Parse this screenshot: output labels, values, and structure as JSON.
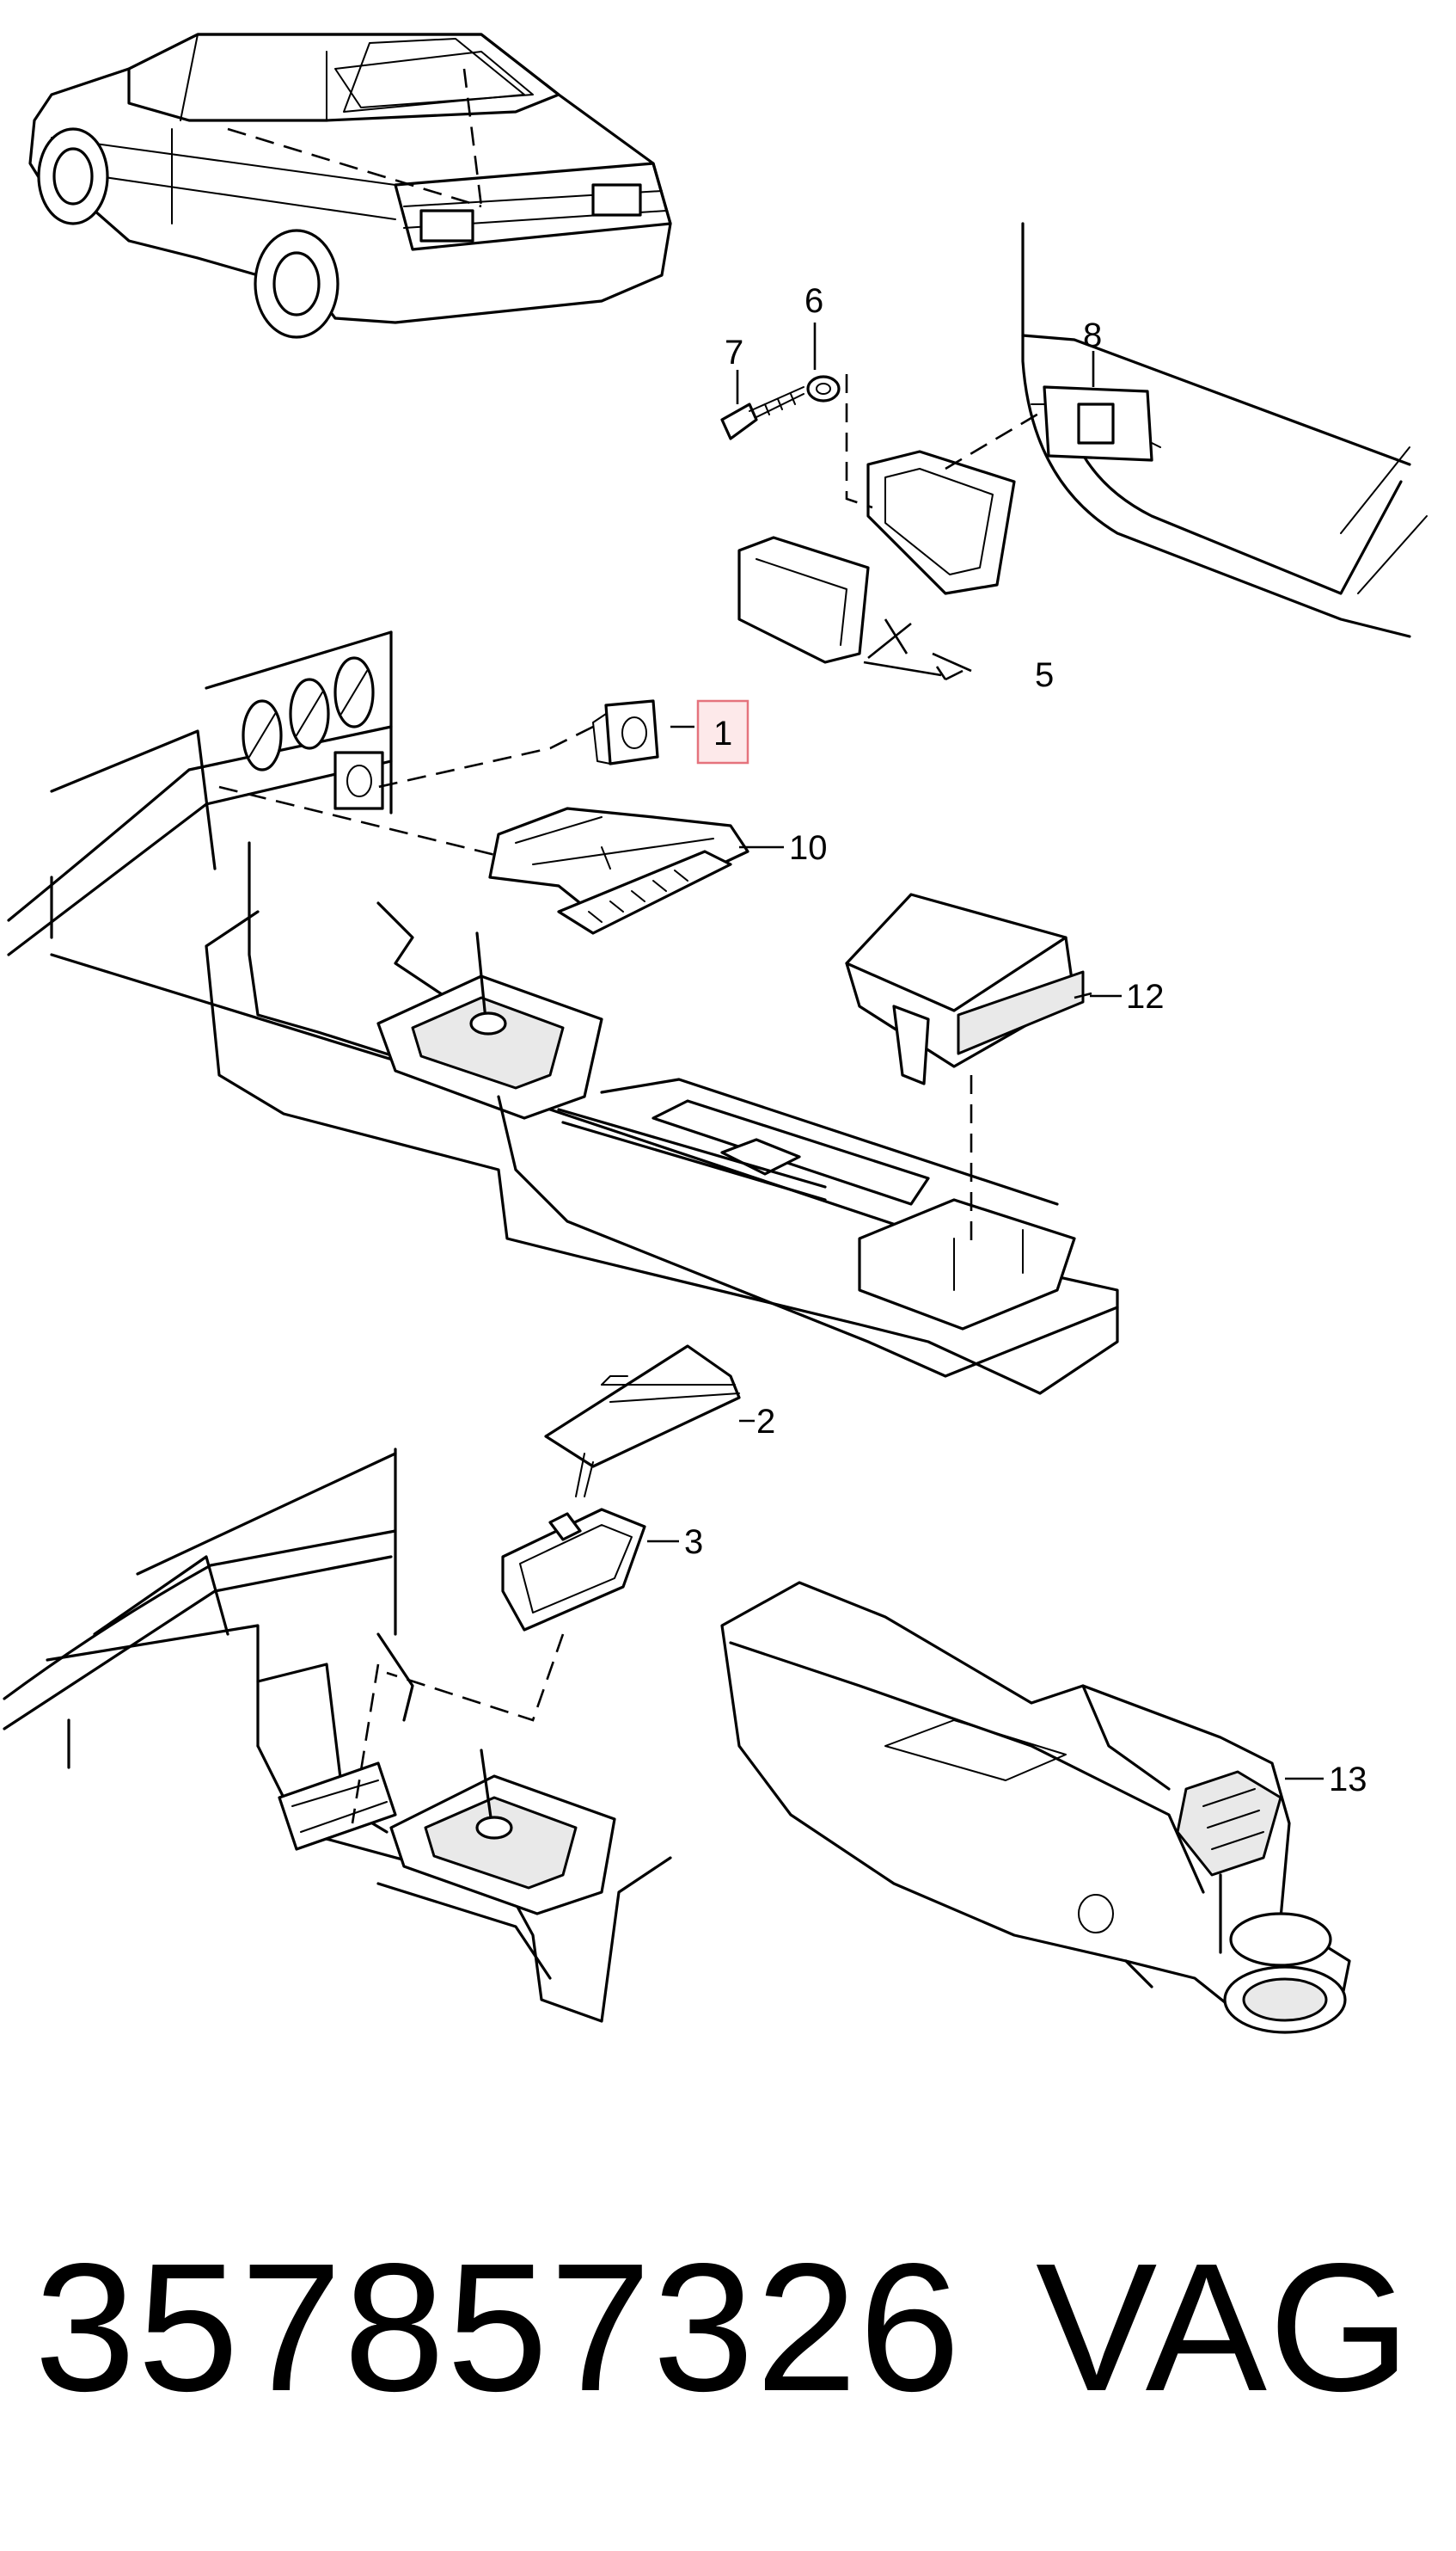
{
  "callouts": {
    "c1": "1",
    "c2": "2",
    "c3": "3",
    "c5": "5",
    "c6": "6",
    "c7": "7",
    "c8": "8",
    "c10": "10",
    "c12": "12",
    "c13": "13"
  },
  "highlighted_callout": "1",
  "highlight_color": "#e5737d",
  "footer": {
    "part_number": "357857326",
    "brand": "VAG"
  }
}
